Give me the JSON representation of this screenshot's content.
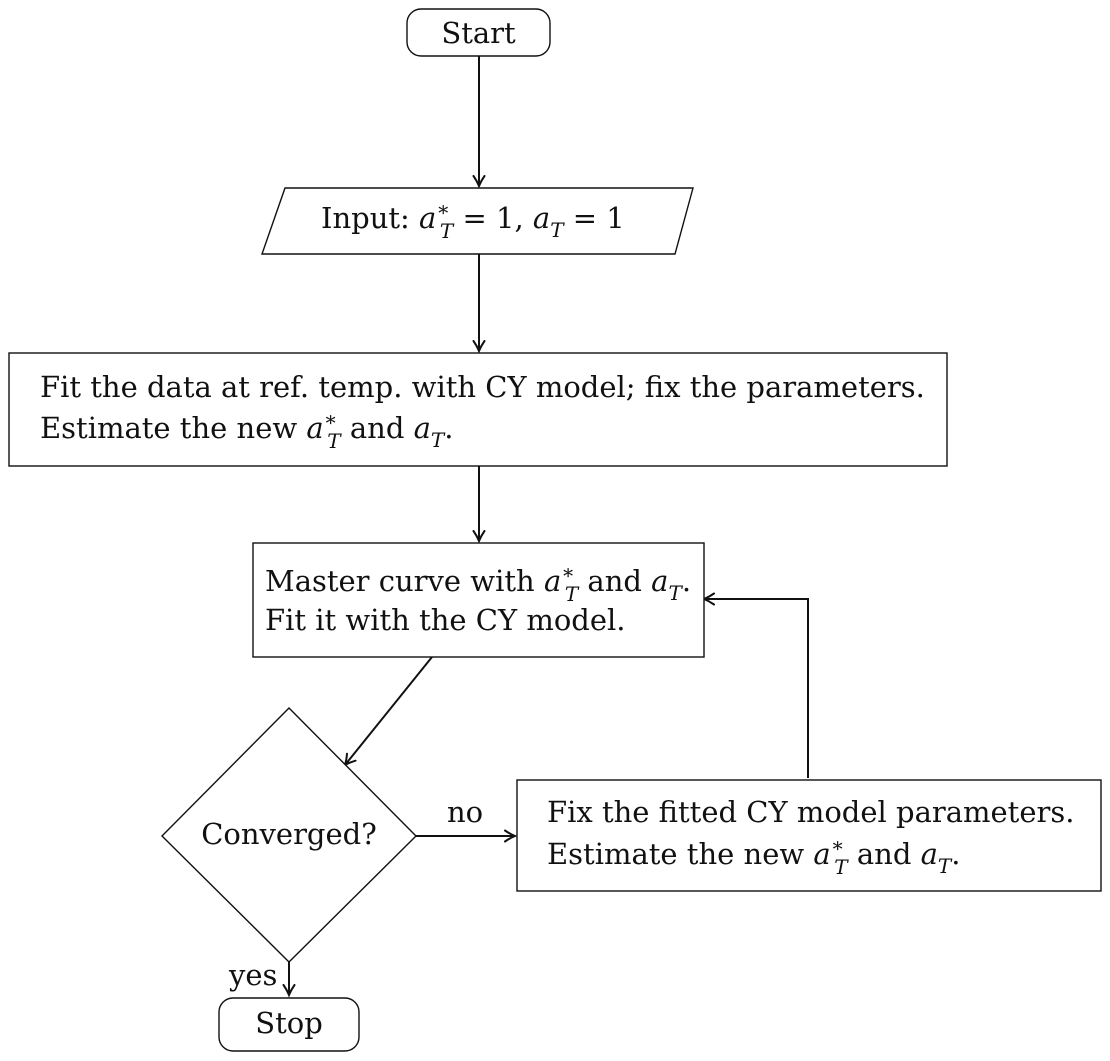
{
  "flowchart": {
    "start": {
      "label": "Start"
    },
    "input": {
      "prefix": "Input: ",
      "var1": "a",
      "var1_sup": "∗",
      "var1_sub": "T",
      "eq1": " = 1, ",
      "var2": "a",
      "var2_sub": "T",
      "eq2": " = 1"
    },
    "fit_ref": {
      "line1": "Fit the data at ref. temp. with CY model; fix the parameters.",
      "line2_prefix": "Estimate the new ",
      "var1": "a",
      "var1_sup": "∗",
      "var1_sub": "T",
      "and": " and ",
      "var2": "a",
      "var2_sub": "T",
      "end": "."
    },
    "master": {
      "line1_prefix": "Master curve with ",
      "var1": "a",
      "var1_sup": "∗",
      "var1_sub": "T",
      "and": " and ",
      "var2": "a",
      "var2_sub": "T",
      "end": ".",
      "line2": "Fit it with the CY model."
    },
    "decision": {
      "label": "Converged?"
    },
    "fix_params": {
      "line1": "Fix the fitted CY model parameters.",
      "line2_prefix": "Estimate the new ",
      "var1": "a",
      "var1_sup": "∗",
      "var1_sub": "T",
      "and": " and ",
      "var2": "a",
      "var2_sub": "T",
      "end": "."
    },
    "edge_labels": {
      "no": "no",
      "yes": "yes"
    },
    "stop": {
      "label": "Stop"
    }
  }
}
